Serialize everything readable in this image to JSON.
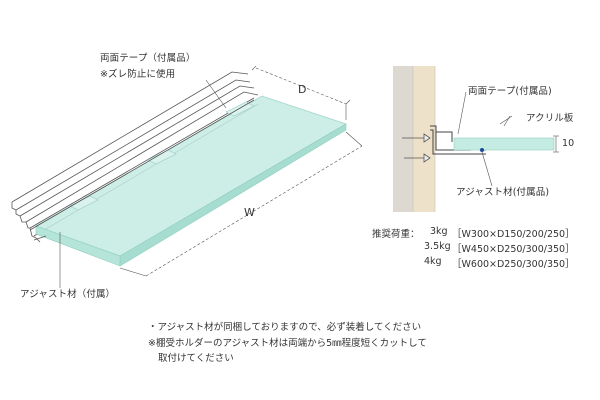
{
  "left_figure": {
    "tape_label_line1": "両面テープ（付属品）",
    "tape_label_line2": "※ズレ防止に使用",
    "dim_depth": "D",
    "dim_width": "W",
    "adjuster_label": "アジャスト材（付属）"
  },
  "right_figure": {
    "tape_label": "両面テープ(付属品)",
    "acrylic_label": "アクリル板",
    "thickness": "10",
    "adjuster_label": "アジャスト材(付属品)"
  },
  "load_table": {
    "heading": "推奨荷重：",
    "rows": [
      {
        "load": "3kg",
        "sizes": "［W300×D150/200/250］"
      },
      {
        "load": "3.5kg",
        "sizes": "［W450×D250/300/350］"
      },
      {
        "load": "4kg",
        "sizes": "［W600×D250/300/350］"
      }
    ]
  },
  "notes": {
    "line1": "・アジャスト材が同梱しておりますので、必ず装着してください",
    "line2": "※棚受ホルダーのアジャスト材は両端から5㎜程度短くカットして",
    "line3": "取付けてください"
  },
  "colors": {
    "acrylic_fill": "#c5ece2",
    "acrylic_edge": "#8fcfbf",
    "wood": "#ede2c9",
    "wall": "#ddd8d0",
    "line": "#555555"
  }
}
